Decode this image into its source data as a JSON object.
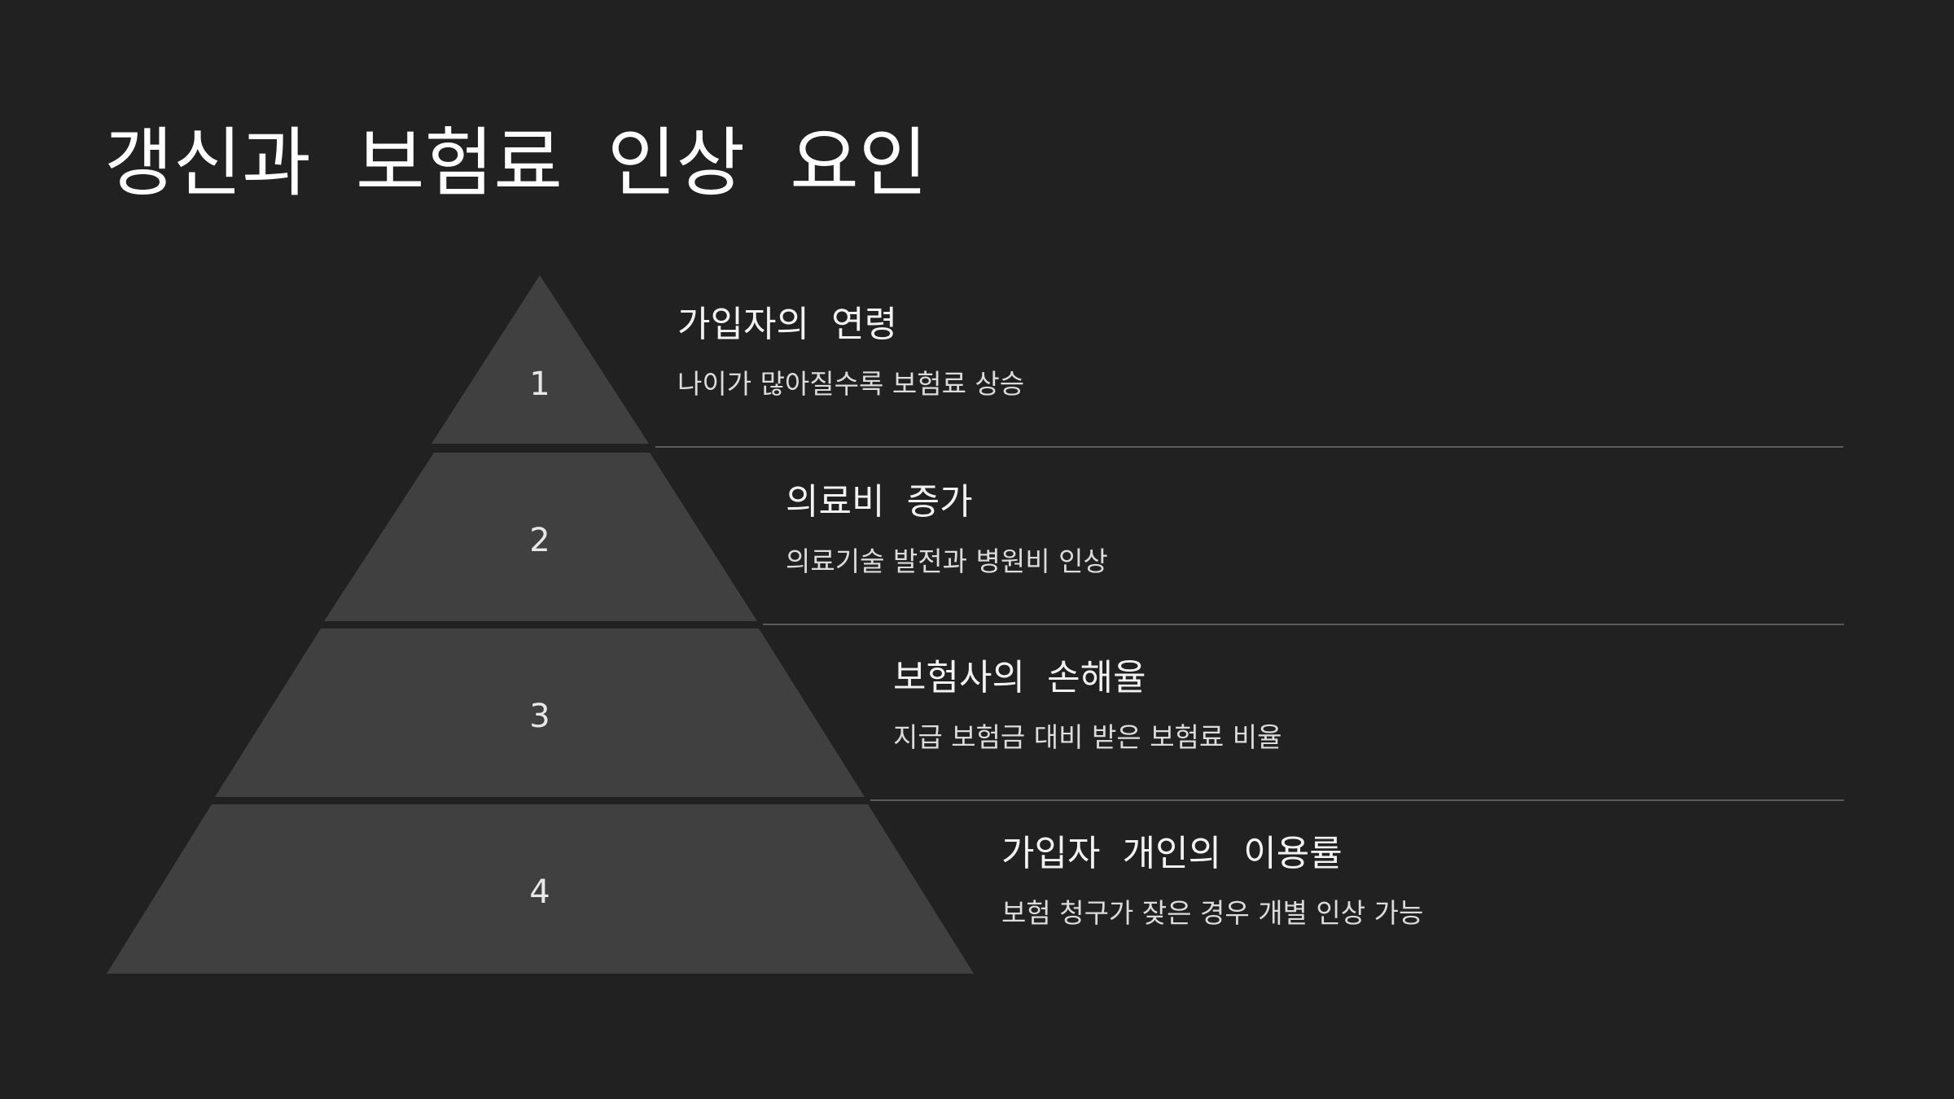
{
  "title": "갱신과 보험료 인상 요인",
  "tiers": [
    {
      "number": "1",
      "heading": "가입자의 연령",
      "desc": "나이가 많아질수록 보험료 상승"
    },
    {
      "number": "2",
      "heading": "의료비 증가",
      "desc": "의료기술 발전과 병원비 인상"
    },
    {
      "number": "3",
      "heading": "보험사의 손해율",
      "desc": "지급 보험금 대비 받은 보험료 비율"
    },
    {
      "number": "4",
      "heading": "가입자 개인의 이용률",
      "desc": "보험 청구가 잦은 경우 개별 인상 가능"
    }
  ],
  "colors": {
    "background": "#212121",
    "tier_fill": "#404040",
    "divider": "#5a5a5a",
    "text": "#f2f2f2"
  }
}
